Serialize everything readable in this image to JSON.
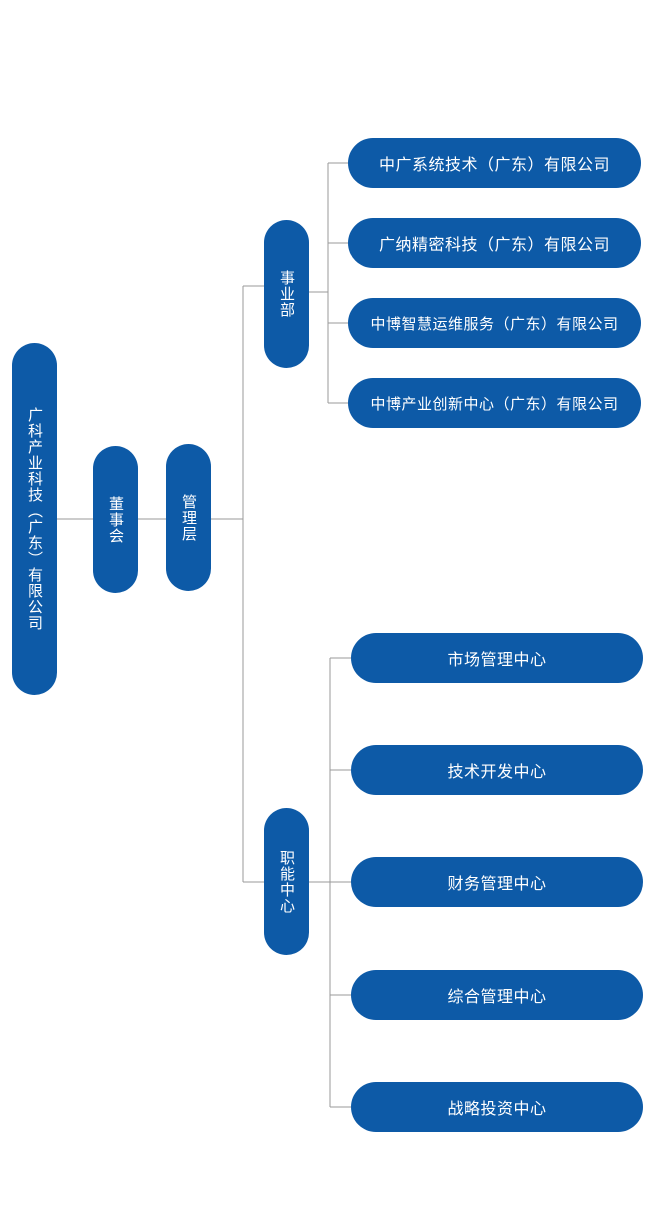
{
  "root": {
    "label": "广科产业科技（广东）有限公司"
  },
  "board": {
    "label": "董事会"
  },
  "management": {
    "label": "管理层"
  },
  "business_dept": {
    "label": "事业部",
    "companies": [
      "中广系统技术（广东）有限公司",
      "广纳精密科技（广东）有限公司",
      "中博智慧运维服务（广东）有限公司",
      "中博产业创新中心（广东）有限公司"
    ]
  },
  "function_center": {
    "label": "职能中心",
    "centers": [
      "市场管理中心",
      "技术开发中心",
      "财务管理中心",
      "综合管理中心",
      "战略投资中心"
    ]
  },
  "colors": {
    "node": "#0d5aa7",
    "line": "#9a9a9a",
    "text": "#ffffff"
  }
}
